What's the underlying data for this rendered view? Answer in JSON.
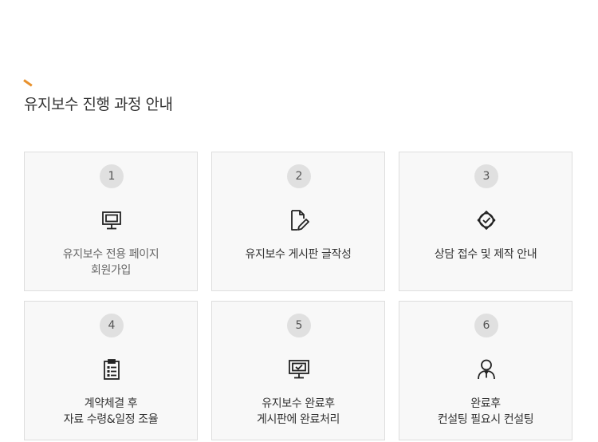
{
  "section": {
    "title": "유지보수 진행 과정 안내",
    "accent_color": "#e8912d"
  },
  "steps": [
    {
      "number": "1",
      "icon": "monitor-icon",
      "lines": [
        "유지보수 전용 페이지",
        "회원가입"
      ]
    },
    {
      "number": "2",
      "icon": "document-pen-icon",
      "lines": [
        "유지보수 게시판 글작성"
      ]
    },
    {
      "number": "3",
      "icon": "check-badge-icon",
      "lines": [
        "상담 접수 및 제작 안내"
      ]
    },
    {
      "number": "4",
      "icon": "clipboard-list-icon",
      "lines": [
        "계약체결 후",
        "자료 수령&일정 조율"
      ]
    },
    {
      "number": "5",
      "icon": "monitor-check-icon",
      "lines": [
        "유지보수 완료후",
        "게시판에 완료처리"
      ]
    },
    {
      "number": "6",
      "icon": "consultant-person-icon",
      "lines": [
        "완료후",
        "컨설팅 필요시 컨설팅"
      ]
    }
  ]
}
